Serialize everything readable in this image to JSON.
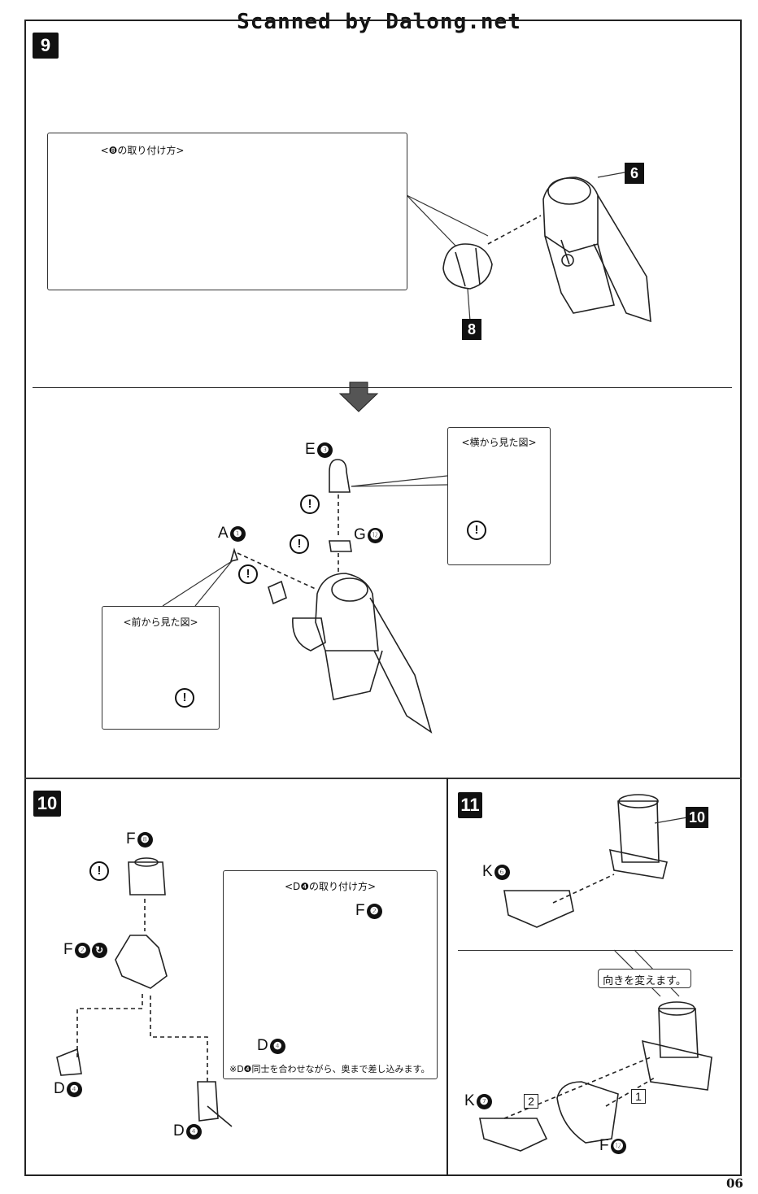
{
  "watermark": "Scanned by Dalong.net",
  "page_number": "06",
  "icon_warning": "!",
  "icon_warning_name": "caution-icon",
  "step9": {
    "number": "9",
    "inset_title": "<❽の取り付け方>",
    "tags": [
      "6",
      "8"
    ],
    "parts": [
      {
        "letter": "E",
        "num": "❸"
      },
      {
        "letter": "G",
        "num": "⓬"
      },
      {
        "letter": "A",
        "num": "❶"
      }
    ],
    "side_view_title": "<横から見た図>",
    "front_view_title": "<前から見た図>"
  },
  "step10": {
    "number": "10",
    "parts": [
      {
        "letter": "F",
        "num": "❽"
      },
      {
        "letter": "F",
        "num": "❷"
      },
      {
        "letter": "D",
        "num": "❹"
      },
      {
        "letter": "D",
        "num": "❹"
      }
    ],
    "inset_title": "<D❹の取り付け方>",
    "inset_parts": [
      {
        "letter": "F",
        "num": "❷"
      },
      {
        "letter": "D",
        "num": "❹"
      }
    ],
    "inset_note": "※D❹同士を合わせながら、奥まで差し込みます。"
  },
  "step11": {
    "number": "11",
    "tag": "10",
    "parts": [
      {
        "letter": "K",
        "num": "❻"
      },
      {
        "letter": "K",
        "num": "❼"
      },
      {
        "letter": "F",
        "num": "⓬"
      }
    ],
    "orientation_note": "向きを変えます。",
    "order_marks": [
      "2",
      "1"
    ]
  },
  "colors": {
    "ink": "#111111",
    "arrow_fill": "#555555",
    "paper": "#ffffff"
  }
}
